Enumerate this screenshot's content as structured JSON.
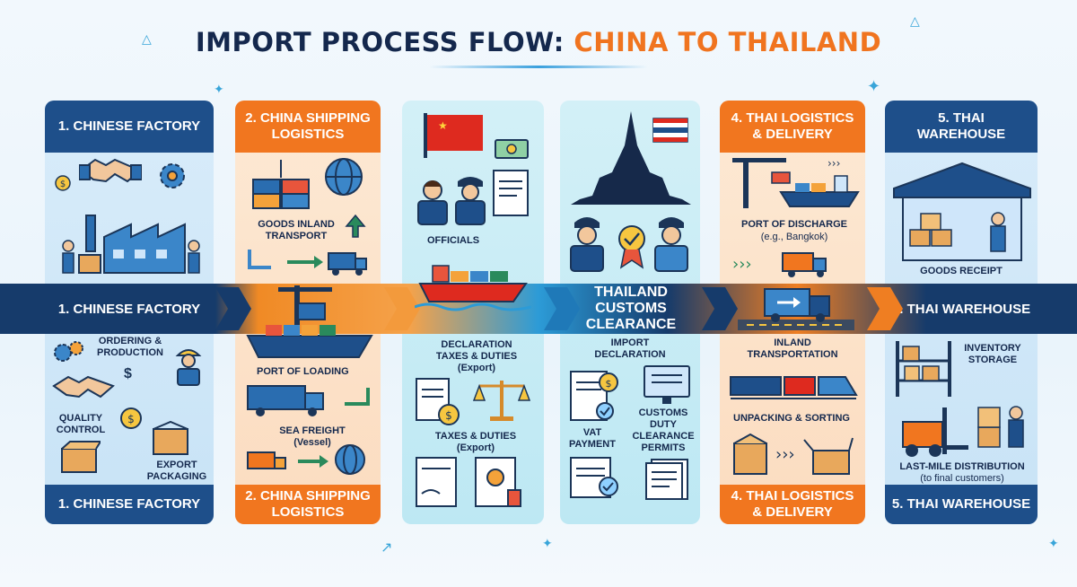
{
  "title": {
    "part1": "IMPORT PROCESS FLOW: ",
    "part2": "CHINA TO THAILAND"
  },
  "columns": [
    {
      "header": "1. CHINESE FACTORY",
      "band": "1. CHINESE FACTORY",
      "footer": "1. CHINESE FACTORY"
    },
    {
      "header": "2. CHINA SHIPPING LOGISTICS",
      "footer": "2. CHINA SHIPPING LOGISTICS"
    },
    {
      "header": ""
    },
    {
      "band": "THAILAND CUSTOMS CLEARANCE"
    },
    {
      "header": "4. THAI LOGISTICS & DELIVERY",
      "footer": "4. THAI LOGISTICS & DELIVERY"
    },
    {
      "header": "5. THAI WAREHOUSE",
      "band": "5. THAI WAREHOUSE",
      "footer": "5. THAI WAREHOUSE"
    }
  ],
  "labels": {
    "ordering": "ORDERING & PRODUCTION",
    "quality": "QUALITY CONTROL",
    "export_packaging": "EXPORT PACKAGING",
    "goods_inland": "GOODS INLAND TRANSPORT",
    "port_loading": "PORT OF LOADING",
    "sea_freight": "SEA FREIGHT (Vessel)",
    "officials": "OFFICIALS",
    "declaration": "DECLARATION TAXES & DUTIES (Export)",
    "taxes": "TAXES & DUTIES (Export)",
    "import_decl": "IMPORT DECLARATION",
    "vat": "VAT PAYMENT",
    "customs_duty": "CUSTOMS DUTY CLEARANCE PERMITS",
    "port_discharge": "PORT OF DISCHARGE",
    "port_discharge_eg": "(e.g., Bangkok)",
    "inland_transport": "INLAND TRANSPORTATION",
    "unpacking": "UNPACKING & SORTING",
    "goods_receipt": "GOODS RECEIPT",
    "inventory": "INVENTORY STORAGE",
    "last_mile": "LAST-MILE DISTRIBUTION",
    "last_mile_sub": "(to final customers)"
  },
  "colors": {
    "navy": "#1e4f8a",
    "orange": "#f1761f",
    "title_navy": "#14284d",
    "accent_blue": "#2c9bd7"
  }
}
